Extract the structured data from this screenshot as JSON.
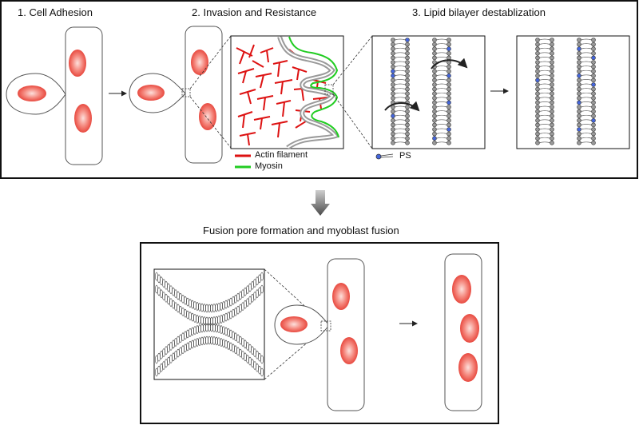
{
  "top_panel": {
    "step1_title": "1. Cell Adhesion",
    "step2_title": "2. Invasion and Resistance",
    "step3_title": "3. Lipid bilayer destablization",
    "legend": {
      "actin_label": "Actin filament",
      "myosin_label": "Myosin",
      "ps_label": "PS",
      "actin_color": "#dd1111",
      "myosin_color": "#22cc22",
      "ps_color": "#4466dd"
    }
  },
  "bottom_panel": {
    "title": "Fusion pore formation and myoblast fusion"
  },
  "colors": {
    "nucleus": "#f06060",
    "cell_outline": "#555555",
    "arrow": "#666666"
  }
}
